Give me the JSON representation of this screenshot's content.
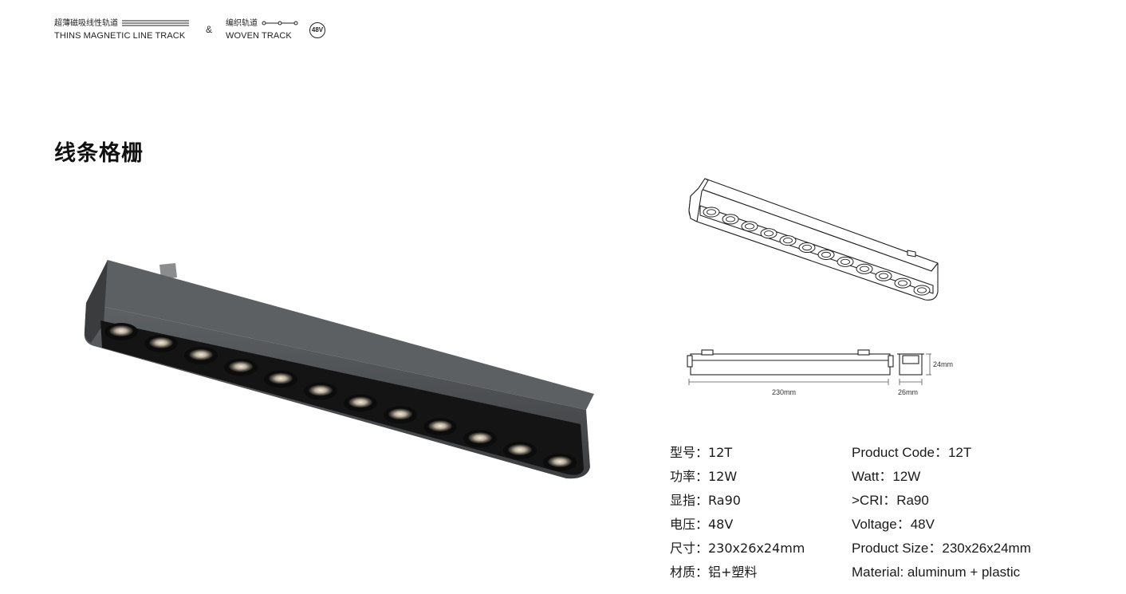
{
  "header": {
    "series1_cn": "超薄磁吸线性轨道",
    "series1_en": "THINS MAGNETIC LINE TRACK",
    "ampersand": "&",
    "series2_cn": "编织轨道",
    "series2_en": "WOVEN TRACK",
    "voltage_badge": "48V"
  },
  "title": "线条格栅",
  "drawing": {
    "height_label": "24mm",
    "length_label": "230mm",
    "width_label": "26mm"
  },
  "specs": [
    {
      "cn": "型号：12T",
      "en": "Product Code：12T"
    },
    {
      "cn": "功率：12W",
      "en": "Watt：12W"
    },
    {
      "cn": "显指：Ra90",
      "en": ">CRI：Ra90"
    },
    {
      "cn": "电压：48V",
      "en": "Voltage：48V"
    },
    {
      "cn": "尺寸：230x26x24mm",
      "en": "Product Size：230x26x24mm"
    },
    {
      "cn": "材质：铝+塑料",
      "en": "Material: aluminum + plastic"
    }
  ],
  "icons": {
    "track_lines": "triple-line-icon",
    "track_connector": "dotted-line-icon",
    "product": "linear-grille-light"
  },
  "colors": {
    "fixture_body": "#4a4c4e",
    "fixture_top": "#5d6063",
    "lens_bg": "#111111",
    "text": "#1a1a1a"
  }
}
